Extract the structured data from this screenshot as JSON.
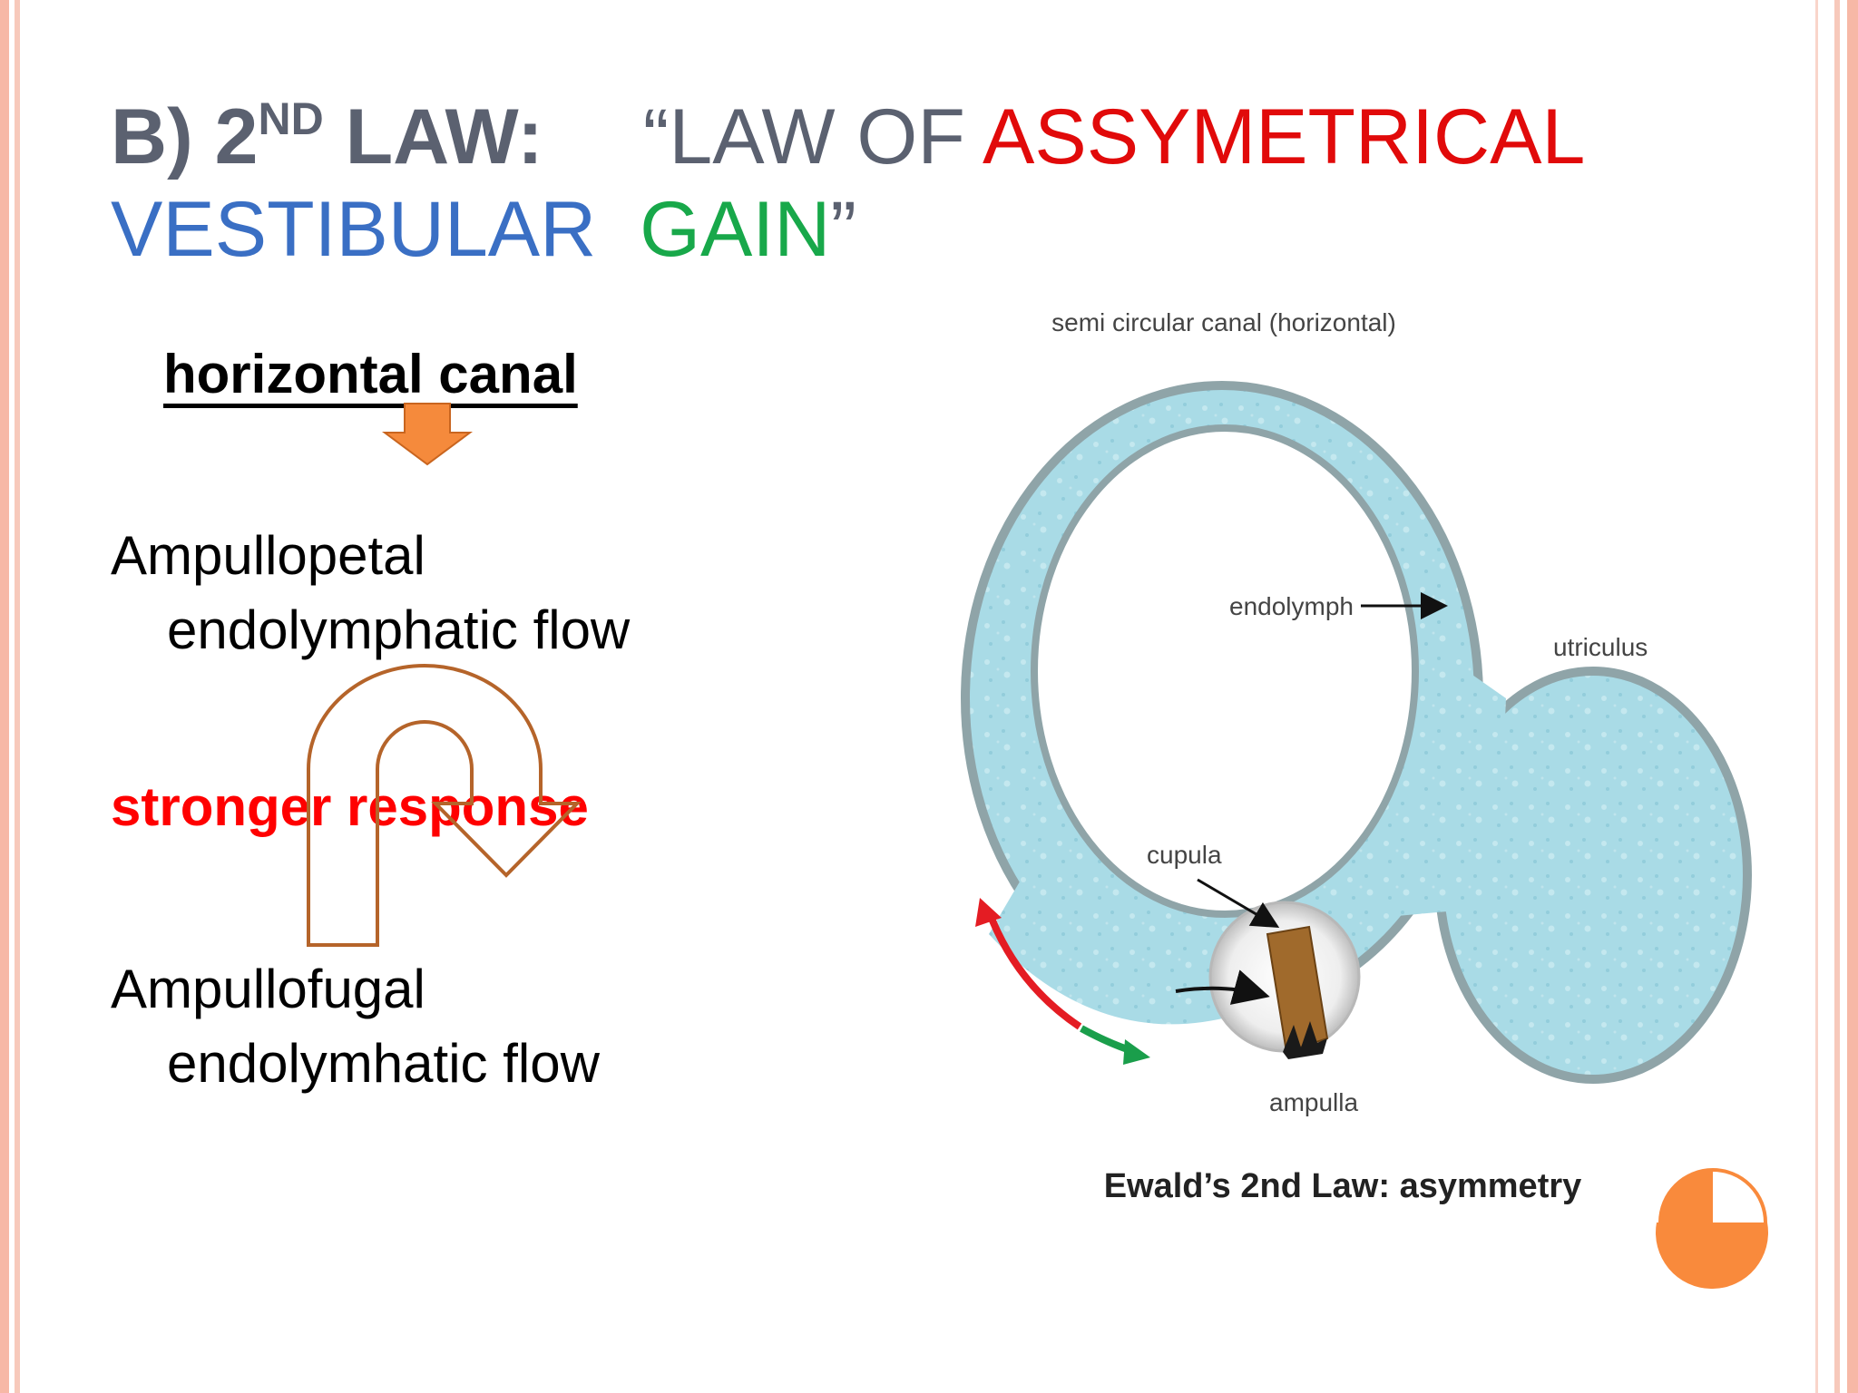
{
  "slide": {
    "title": {
      "prefix": "B) 2",
      "superscript": "ND",
      "law_word": " LAW:",
      "quote_open_law_of": "“LAW OF ",
      "assymetrical": "ASSYMETRICAL",
      "vestibular": "VESTIBULAR",
      "gain": "GAIN",
      "quote_close": "”"
    },
    "left": {
      "heading": "horizontal canal",
      "ampullopetal_line1": "Ampullopetal",
      "ampullopetal_line2": "endolymphatic flow",
      "stronger_response": "stronger response",
      "ampullofugal_line1": "Ampullofugal",
      "ampullofugal_line2": "endolymhatic flow"
    },
    "diagram": {
      "label_canal": "semi circular canal (horizontal)",
      "label_endolymph": "endolymph",
      "label_utriculus": "utriculus",
      "label_cupula": "cupula",
      "label_ampulla": "ampulla",
      "caption": "Ewald’s 2nd Law: asymmetry"
    },
    "colors": {
      "canal_fill": "#a9dbe6",
      "canal_outline": "#8fa4a8",
      "down_arrow": "#f58a3c",
      "u_arrow": "#b5642a",
      "red_arrow": "#e41c23",
      "green_arrow": "#1a9e4b",
      "corner_circle": "#f98a3c"
    }
  }
}
